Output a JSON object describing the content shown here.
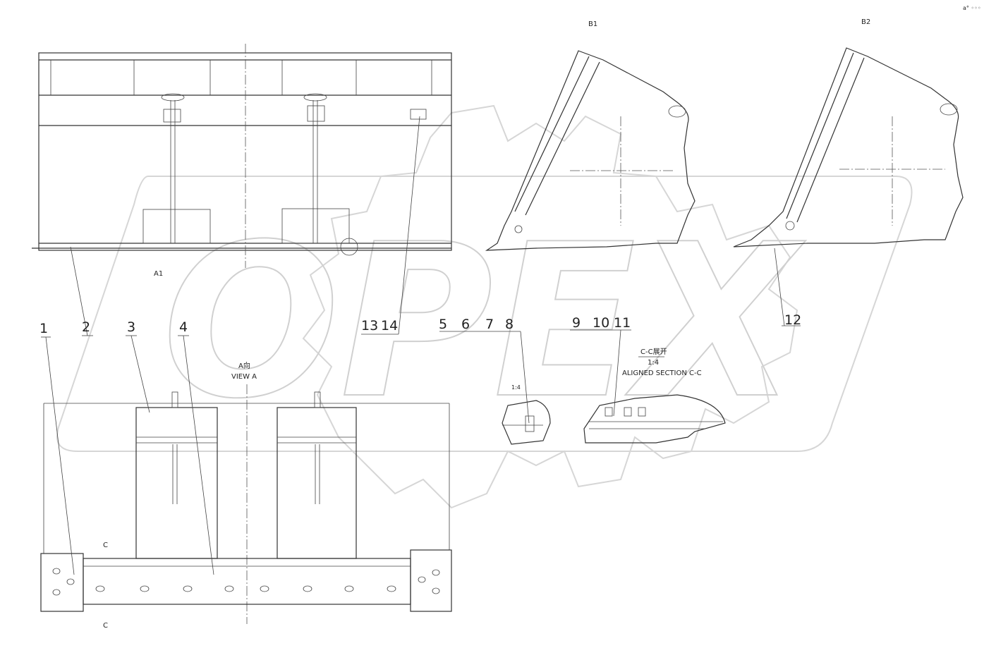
{
  "view_labels": {
    "a1": "A1",
    "b1": "B1",
    "b2": "B2",
    "view_a_code": "A向",
    "view_a": "VIEW A",
    "section_code": "C-C展开",
    "section_scale": "1:4",
    "aligned_section": "ALIGNED SECTION C-C",
    "detail_scale": "1:4",
    "cut_mark_top": "C",
    "cut_mark_bottom": "C",
    "corner_mark": "a° ◦◦◦"
  },
  "part_callouts": [
    "1",
    "2",
    "3",
    "4",
    "5",
    "6",
    "7",
    "8",
    "9",
    "10",
    "11",
    "12",
    "13",
    "14"
  ],
  "watermark": "OPEX"
}
